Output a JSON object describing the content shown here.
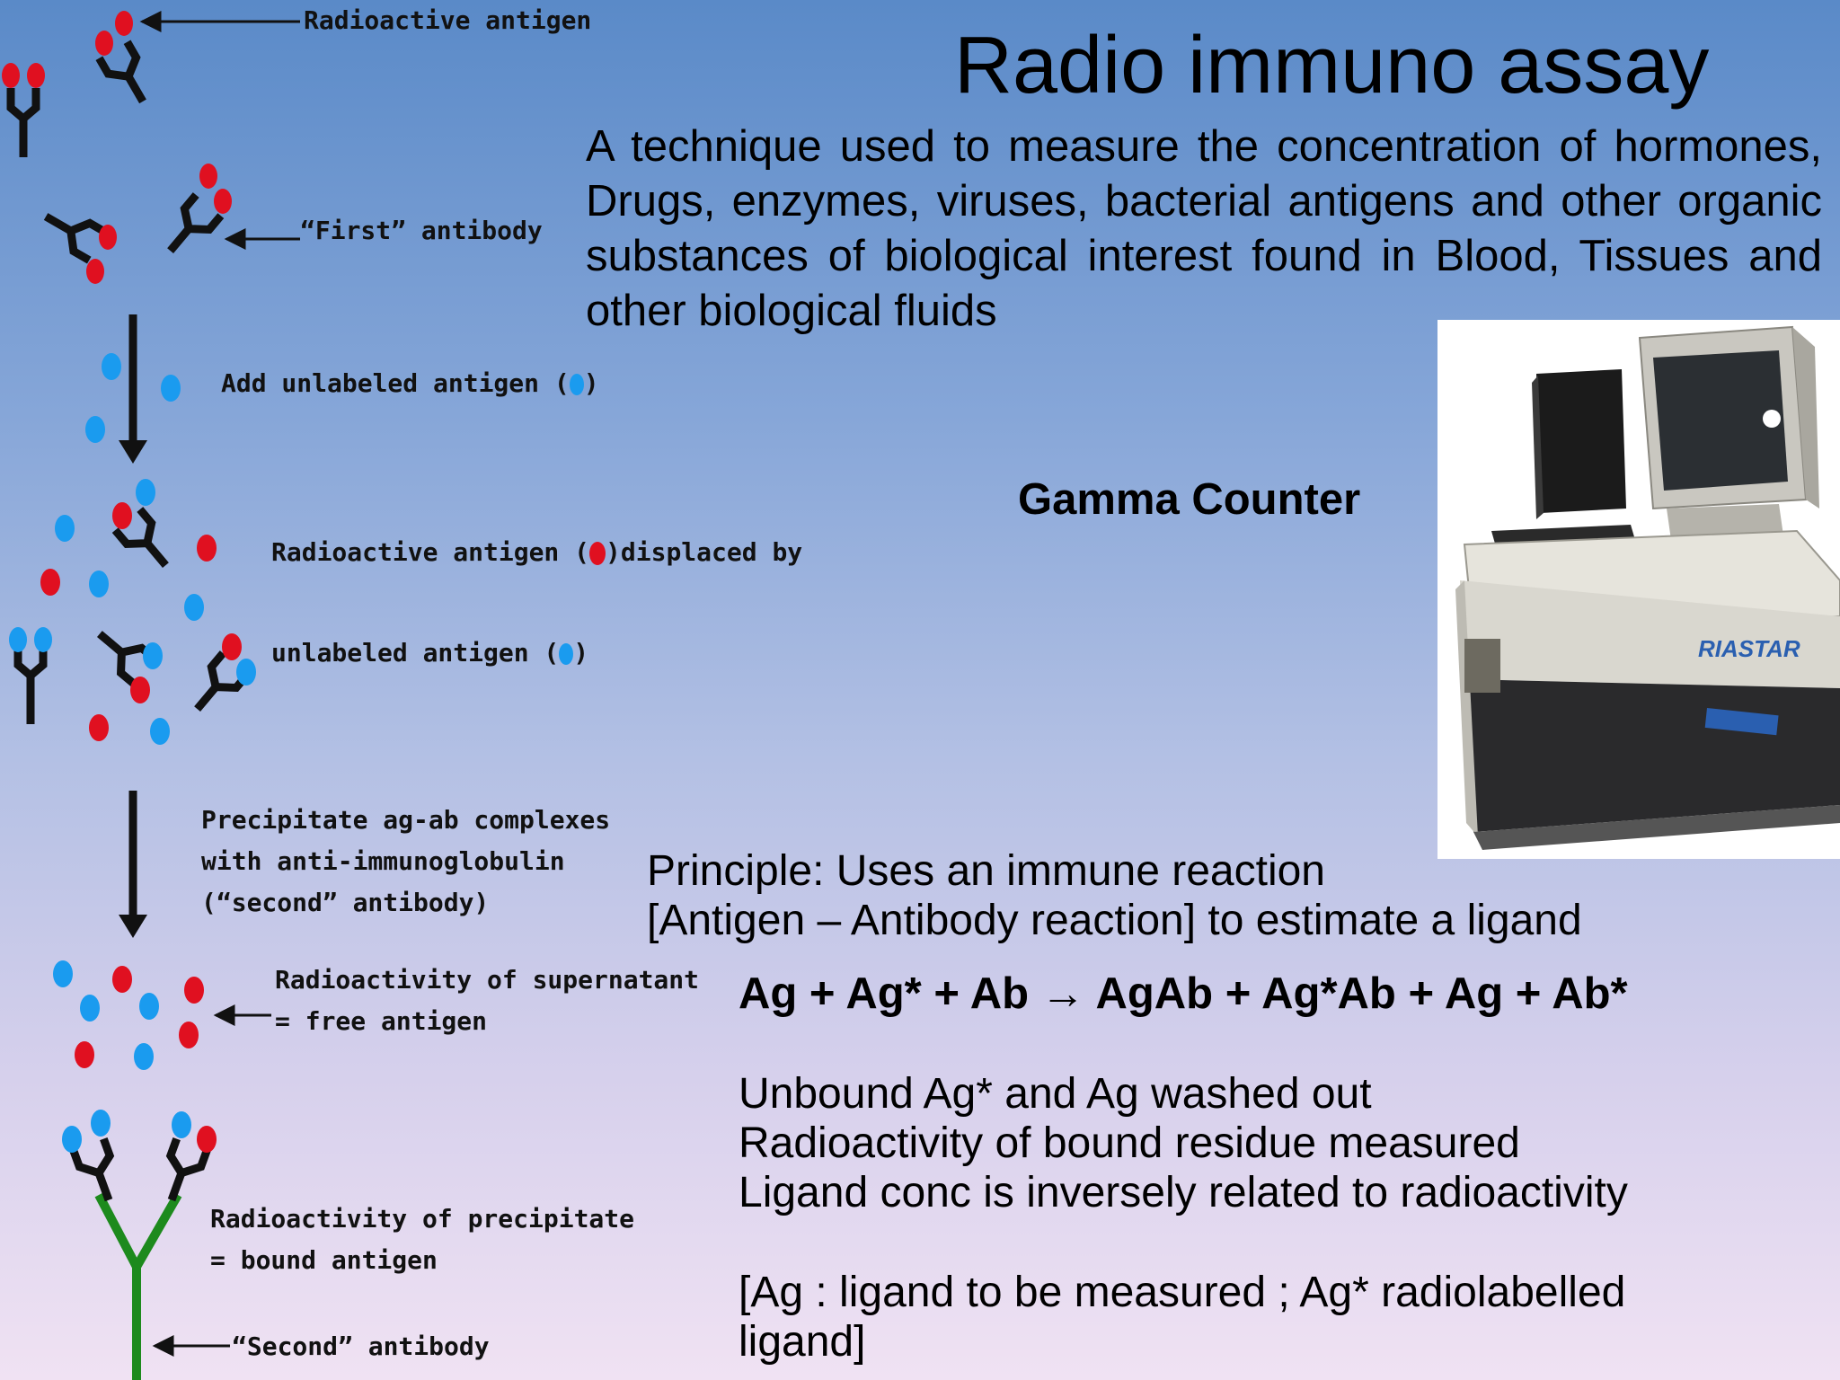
{
  "slide": {
    "title": "Radio immuno assay",
    "intro": "A technique used to measure the concentration of hormones, Drugs, enzymes, viruses, bacterial antigens and other organic substances of biological interest found in Blood, Tissues and other biological fluids",
    "photo_caption": "Gamma Counter",
    "photo_brand": "RIASTAR",
    "principle_line1": "Principle: Uses an immune reaction",
    "principle_line2": "[Antigen – Antibody reaction] to  estimate a ligand",
    "equation": "Ag + Ag* + Ab → AgAb + Ag*Ab + Ag + Ab*",
    "step1": "Unbound Ag* and Ag washed out",
    "step2": "Radioactivity of bound residue measured",
    "step3": "Ligand conc is inversely related to radioactivity",
    "note_line1": "[Ag : ligand to be measured ; Ag* radiolabelled",
    "note_line2": "ligand]"
  },
  "diagram": {
    "label_radioactive_antigen": "Radioactive antigen",
    "label_first_antibody": "“First” antibody",
    "label_add_unlabeled_prefix": "Add unlabeled antigen (",
    "label_add_unlabeled_suffix": ")",
    "label_displaced_prefix": "Radioactive antigen (",
    "label_displaced_suffix": ")displaced by",
    "label_unlabeled_prefix": "unlabeled antigen (",
    "label_unlabeled_suffix": ")",
    "label_precipitate_1": "Precipitate ag-ab complexes",
    "label_precipitate_2": "with anti-immunoglobulin",
    "label_precipitate_3": "(“second” antibody)",
    "label_supernatant_1": "Radioactivity of supernatant",
    "label_supernatant_2": "= free antigen",
    "label_bound_1": "Radioactivity of precipitate",
    "label_bound_2": "= bound antigen",
    "label_second_antibody": "“Second” antibody",
    "colors": {
      "radioactive": "#e01020",
      "unlabeled": "#1a9bef",
      "antibody": "#111111",
      "second_antibody": "#1d8a1d"
    }
  }
}
